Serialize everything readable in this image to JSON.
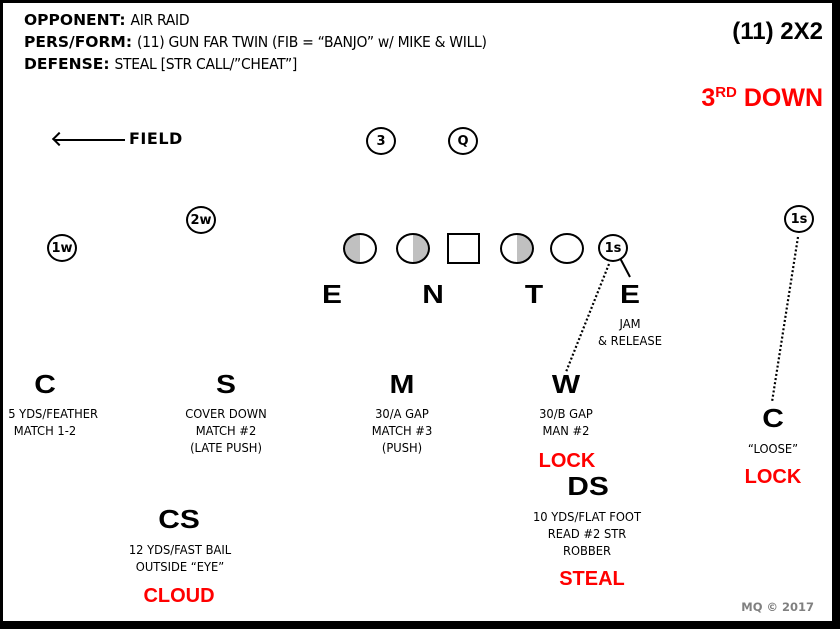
{
  "header": {
    "opponent_label": "OPPONENT:",
    "opponent_value": "AIR RAID",
    "persform_label": "PERS/FORM:",
    "persform_value": "(11) GUN FAR TWIN (FIB = “BANJO” w/ MIKE & WILL)",
    "defense_label": "DEFENSE:",
    "defense_value": "STEAL [STR CALL/”CHEAT”]"
  },
  "title": "(11) 2X2",
  "down": {
    "number": "3",
    "suffix": "RD",
    "word": "DOWN"
  },
  "field_indicator": {
    "label": "FIELD",
    "icon": "left-arrow-icon"
  },
  "offense": {
    "receivers": [
      {
        "id": "1w",
        "label": "1w"
      },
      {
        "id": "2w",
        "label": "2w"
      },
      {
        "id": "1s-inline",
        "label": "1s"
      },
      {
        "id": "1s-wide",
        "label": "1s"
      }
    ],
    "backs": [
      {
        "id": "3",
        "label": "3"
      },
      {
        "id": "q",
        "label": "Q"
      }
    ],
    "line": [
      {
        "id": "ol-1",
        "shade": "left"
      },
      {
        "id": "ol-2",
        "shade": "right"
      },
      {
        "id": "center",
        "shape": "square"
      },
      {
        "id": "ol-4",
        "shade": "right"
      },
      {
        "id": "ol-5",
        "shade": "none"
      }
    ]
  },
  "defensive_line": [
    {
      "letter": "E"
    },
    {
      "letter": "N"
    },
    {
      "letter": "T"
    },
    {
      "letter": "E",
      "note": [
        "JAM",
        "& RELEASE"
      ]
    }
  ],
  "defenders": [
    {
      "letter": "C",
      "notes": [
        "5 YDS/FEATHER",
        "MATCH 1-2"
      ],
      "call": ""
    },
    {
      "letter": "S",
      "notes": [
        "COVER DOWN",
        "MATCH #2",
        "(LATE PUSH)"
      ],
      "call": ""
    },
    {
      "letter": "M",
      "notes": [
        "30/A GAP",
        "MATCH #3",
        "(PUSH)"
      ],
      "call": ""
    },
    {
      "letter": "W",
      "notes": [
        "30/B GAP",
        "MAN #2"
      ],
      "call": "LOCK"
    },
    {
      "letter": "C",
      "notes": [
        "“LOOSE”"
      ],
      "call": "LOCK"
    },
    {
      "letter": "DS",
      "notes": [
        "10 YDS/FLAT FOOT",
        "READ #2 STR",
        "ROBBER"
      ],
      "call": "STEAL"
    },
    {
      "letter": "CS",
      "notes": [
        "12 YDS/FAST BAIL",
        "OUTSIDE “EYE”"
      ],
      "call": "CLOUD"
    }
  ],
  "copyright": "MQ © 2017",
  "colors": {
    "call_red": "#ff0000",
    "shade_gray": "#c0c0c0",
    "copyright_gray": "#808080"
  }
}
